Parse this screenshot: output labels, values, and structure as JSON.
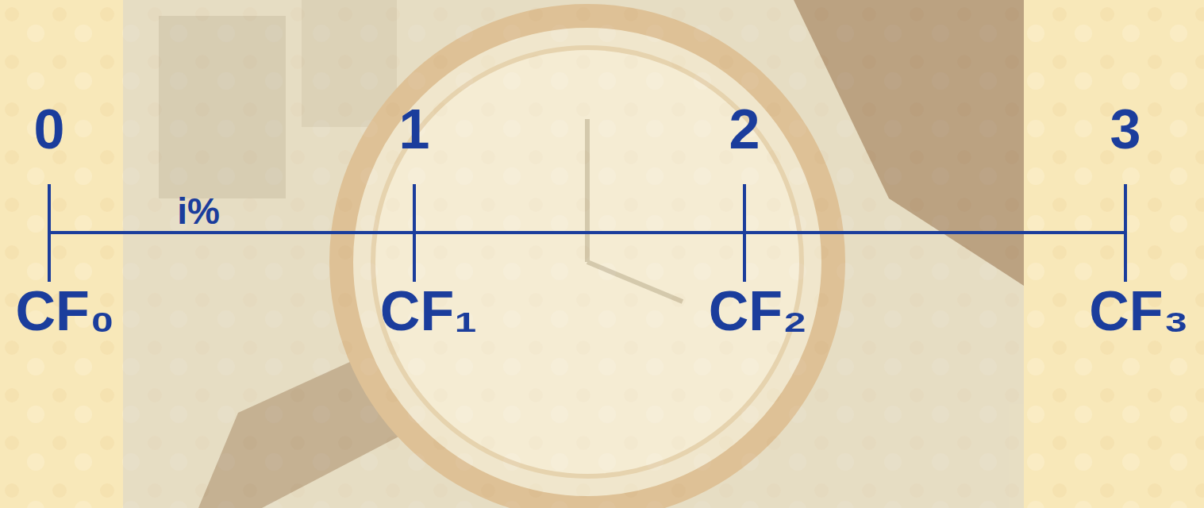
{
  "diagram": {
    "labels": [
      "0",
      "1",
      "2",
      "3",
      "i%",
      "CF₀",
      "CF₁",
      "CF₂",
      "CF₃"
    ]
  }
}
